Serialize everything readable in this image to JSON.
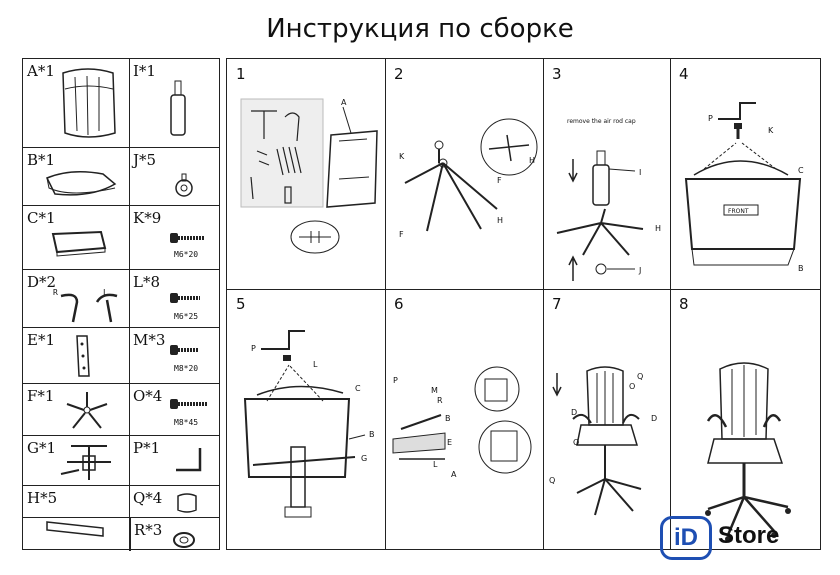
{
  "title": "Инструкция по сборке",
  "parts": [
    {
      "left": "A*1",
      "right": "I*1"
    },
    {
      "left": "B*1",
      "right": "J*5"
    },
    {
      "left": "C*1",
      "right": "K*9",
      "right_note": "M6*20"
    },
    {
      "left": "D*2",
      "left_note_r": "R",
      "left_note_l": "L",
      "right": "L*8",
      "right_note": "M6*25"
    },
    {
      "left": "E*1",
      "right": "M*3",
      "right_note": "M8*20"
    },
    {
      "left": "F*1",
      "right": "O*4",
      "right_note": "M8*45"
    },
    {
      "left": "G*1",
      "right": "P*1"
    },
    {
      "left": "H*5",
      "right": "Q*4"
    },
    {
      "left": "",
      "right": "R*3"
    }
  ],
  "steps": {
    "s1": {
      "num": "1",
      "labels": [
        "A"
      ]
    },
    "s2": {
      "num": "2",
      "labels": [
        "K",
        "H",
        "F",
        "F",
        "H"
      ]
    },
    "s3": {
      "num": "3",
      "note": "remove the air rod cap",
      "labels": [
        "I",
        "H",
        "J"
      ]
    },
    "s4": {
      "num": "4",
      "labels": [
        "P",
        "K",
        "C",
        "B"
      ],
      "front": "FRONT"
    },
    "s5": {
      "num": "5",
      "labels": [
        "P",
        "L",
        "C",
        "B",
        "G"
      ]
    },
    "s6": {
      "num": "6",
      "labels": [
        "P",
        "M",
        "R",
        "B",
        "E",
        "L",
        "A"
      ]
    },
    "s7": {
      "num": "7",
      "labels": [
        "Q",
        "O",
        "D",
        "D",
        "Q",
        "O"
      ]
    },
    "s8": {
      "num": "8"
    }
  },
  "logo": {
    "mark": "iD",
    "text": "Store",
    "color": "#1e4fb3"
  }
}
